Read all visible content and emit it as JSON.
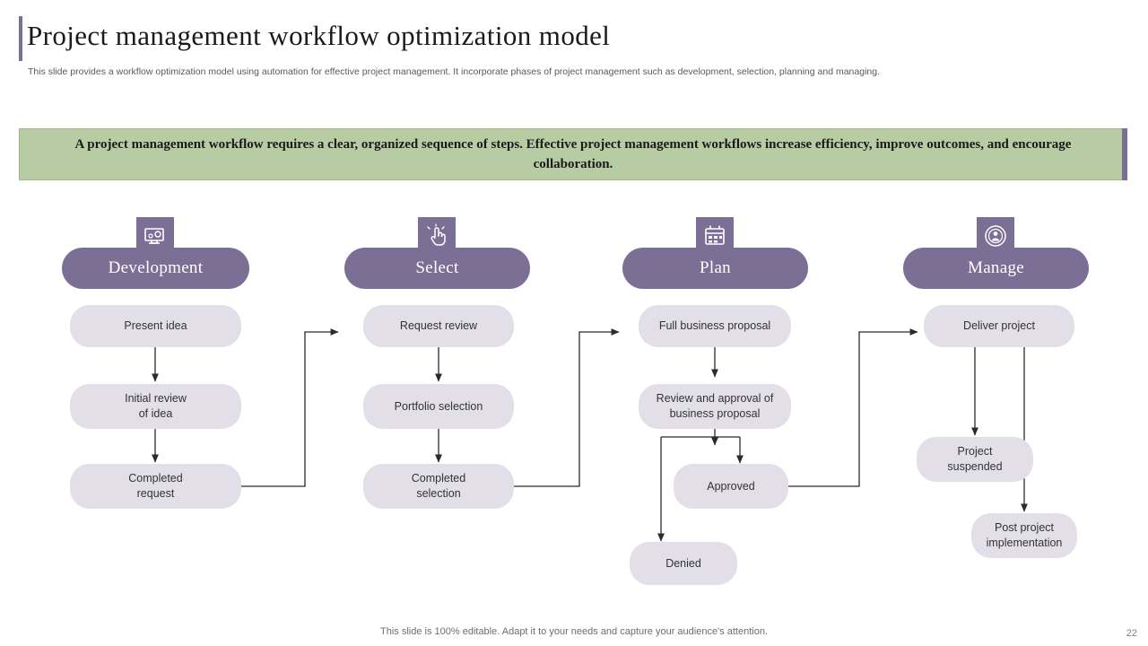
{
  "header": {
    "title": "Project management workflow optimization model",
    "subtitle": "This slide provides a workflow optimization model using automation for effective project management. It incorporate phases of project management such as development, selection, planning and managing."
  },
  "banner": {
    "text": "A project management workflow requires a clear, organized sequence of steps. Effective project management workflows increase efficiency, improve outcomes, and encourage collaboration."
  },
  "colors": {
    "accent_purple": "#7c6f96",
    "step_fill": "#e2dfe9",
    "banner_green": "#b8cca4"
  },
  "phases": [
    {
      "id": "development",
      "label": "Development",
      "icon": "monitor-gear-icon",
      "steps": [
        {
          "id": "present-idea",
          "label": "Present idea"
        },
        {
          "id": "initial-review",
          "label": "Initial review\nof idea"
        },
        {
          "id": "completed-request",
          "label": "Completed\nrequest"
        }
      ]
    },
    {
      "id": "select",
      "label": "Select",
      "icon": "hand-click-icon",
      "steps": [
        {
          "id": "request-review",
          "label": "Request review"
        },
        {
          "id": "portfolio-selection",
          "label": "Portfolio selection"
        },
        {
          "id": "completed-selection",
          "label": "Completed\nselection"
        }
      ]
    },
    {
      "id": "plan",
      "label": "Plan",
      "icon": "calendar-icon",
      "steps": [
        {
          "id": "full-business-proposal",
          "label": "Full business proposal"
        },
        {
          "id": "review-approval",
          "label": "Review and approval of\nbusiness proposal"
        },
        {
          "id": "approved",
          "label": "Approved"
        },
        {
          "id": "denied",
          "label": "Denied"
        }
      ]
    },
    {
      "id": "manage",
      "label": "Manage",
      "icon": "target-person-icon",
      "steps": [
        {
          "id": "deliver-project",
          "label": "Deliver project"
        },
        {
          "id": "project-suspended",
          "label": "Project\nsuspended"
        },
        {
          "id": "post-project-implementation",
          "label": "Post project\nimplementation"
        }
      ]
    }
  ],
  "footer": {
    "note": "This slide is 100% editable. Adapt it to your needs and capture your audience's attention.",
    "page_number": "22"
  }
}
